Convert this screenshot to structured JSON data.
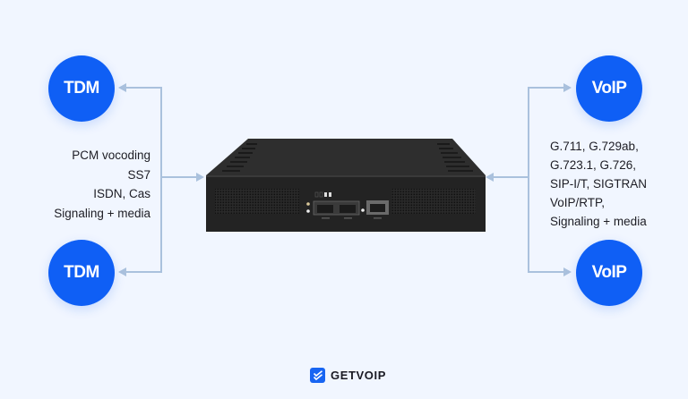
{
  "diagram": {
    "left_nodes": [
      {
        "label": "TDM"
      },
      {
        "label": "TDM"
      }
    ],
    "right_nodes": [
      {
        "label": "VoIP"
      },
      {
        "label": "VoIP"
      }
    ],
    "left_text": [
      "PCM vocoding",
      "SS7",
      "ISDN, Cas",
      "Signaling + media"
    ],
    "right_text": [
      "G.711, G.729ab,",
      "G.723.1, G.726,",
      "SIP-I/T, SIGTRAN",
      "VoIP/RTP,",
      "Signaling + media"
    ],
    "center_device": "media-gateway-device",
    "colors": {
      "background": "#f1f6ff",
      "node_fill": "#0f5ff5",
      "connector": "#a9c0dc",
      "text": "#1d1d24"
    }
  },
  "footer": {
    "logo_text": "GETVOIP"
  }
}
